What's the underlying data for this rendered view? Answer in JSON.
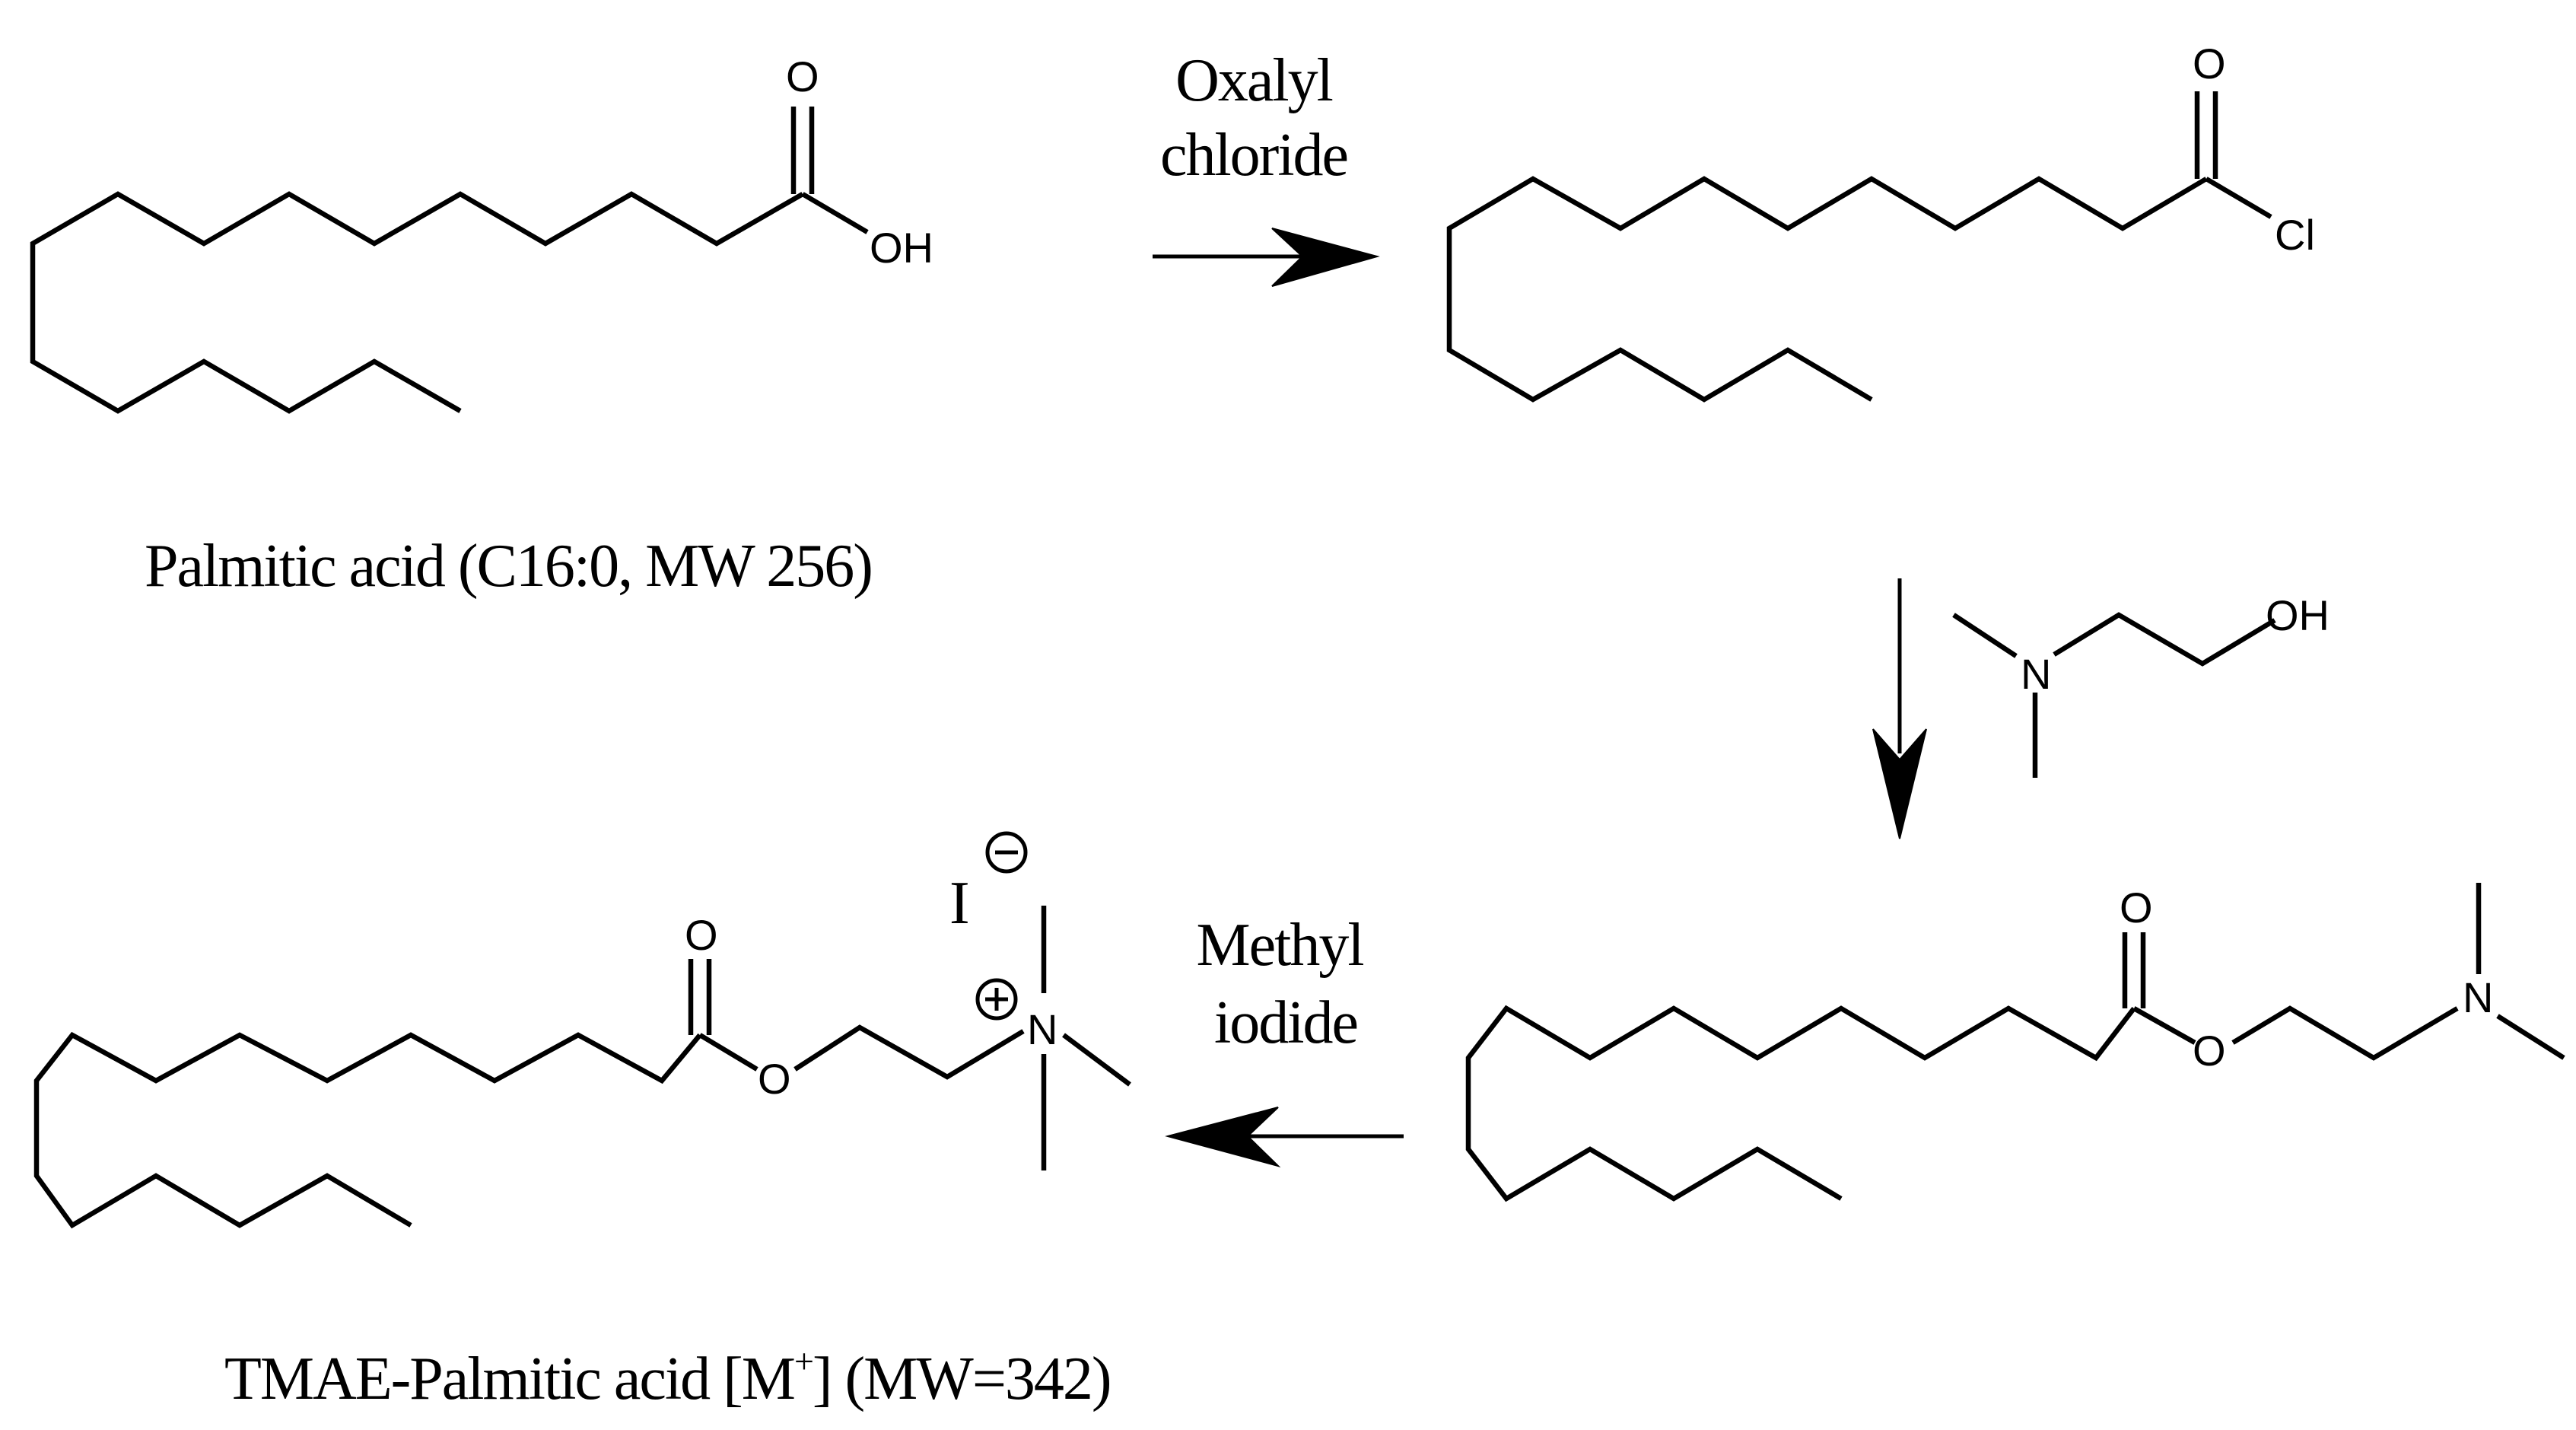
{
  "compounds": {
    "palmitic_acid": {
      "caption": "Palmitic acid (C16:0, MW 256)",
      "atoms": {
        "carbonyl_o": "O",
        "hydroxyl": "OH"
      }
    },
    "acyl_chloride": {
      "atoms": {
        "carbonyl_o": "O",
        "chlorine": "Cl"
      }
    },
    "dmae": {
      "atoms": {
        "nitrogen": "N",
        "hydroxyl": "OH"
      }
    },
    "ester": {
      "atoms": {
        "carbonyl_o": "O",
        "ester_o": "O",
        "nitrogen": "N"
      }
    },
    "product": {
      "caption_main": "TMAE-Palmitic acid [M",
      "caption_sup": "+",
      "caption_tail": "]  (MW=342)",
      "atoms": {
        "carbonyl_o": "O",
        "ester_o": "O",
        "nitrogen": "N",
        "iodide": "I"
      }
    }
  },
  "reagents": {
    "step1": {
      "line1": "Oxalyl",
      "line2": "chloride"
    },
    "step3": {
      "line1": "Methyl",
      "line2": "iodide"
    }
  }
}
